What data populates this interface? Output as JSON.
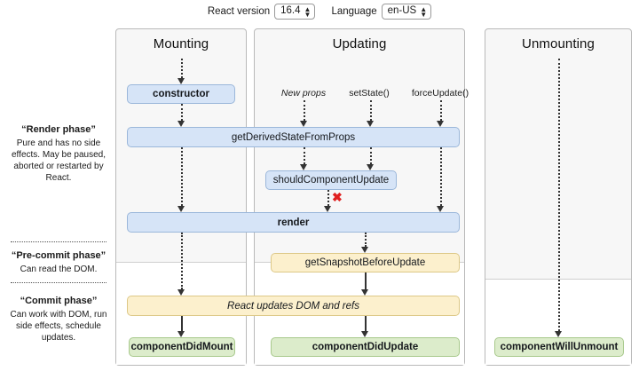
{
  "controls": {
    "react_version_label": "React version",
    "react_version_value": "16.4",
    "language_label": "Language",
    "language_value": "en-US"
  },
  "columns": {
    "mounting": {
      "title": "Mounting"
    },
    "updating": {
      "title": "Updating"
    },
    "unmounting": {
      "title": "Unmounting"
    }
  },
  "phases": [
    {
      "title": "“Render phase”",
      "description": "Pure and has no side effects. May be paused, aborted or restarted by React."
    },
    {
      "title": "“Pre-commit phase”",
      "description": "Can read the DOM."
    },
    {
      "title": "“Commit phase”",
      "description": "Can work with DOM, run side effects, schedule updates."
    }
  ],
  "triggers": {
    "new_props": "New props",
    "set_state": "setState()",
    "force_update": "forceUpdate()"
  },
  "lifecycle": {
    "constructor": "constructor",
    "get_derived_state_from_props": "getDerivedStateFromProps",
    "should_component_update": "shouldComponentUpdate",
    "render": "render",
    "get_snapshot_before_update": "getSnapshotBeforeUpdate",
    "react_updates_dom_and_refs": "React updates DOM and refs",
    "component_did_mount": "componentDidMount",
    "component_did_update": "componentDidUpdate",
    "component_will_unmount": "componentWillUnmount"
  },
  "annotations": {
    "skip_marker": "✖"
  },
  "colors": {
    "blue_fill": "#d6e4f7",
    "blue_border": "#9bb7da",
    "yellow_fill": "#fcf0cd",
    "yellow_border": "#ddc887",
    "green_fill": "#dceccb",
    "green_border": "#a8c98c",
    "column_bg": "#f7f7f7",
    "skip_marker_color": "#e02020"
  }
}
